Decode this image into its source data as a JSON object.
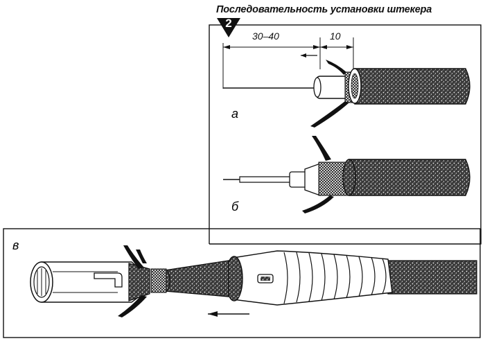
{
  "title": "Последовательность установки штекера",
  "step_badge": "2",
  "dimensions": {
    "d1": "30–40",
    "d2": "10"
  },
  "labels": {
    "a": "а",
    "b": "б",
    "v": "в"
  }
}
